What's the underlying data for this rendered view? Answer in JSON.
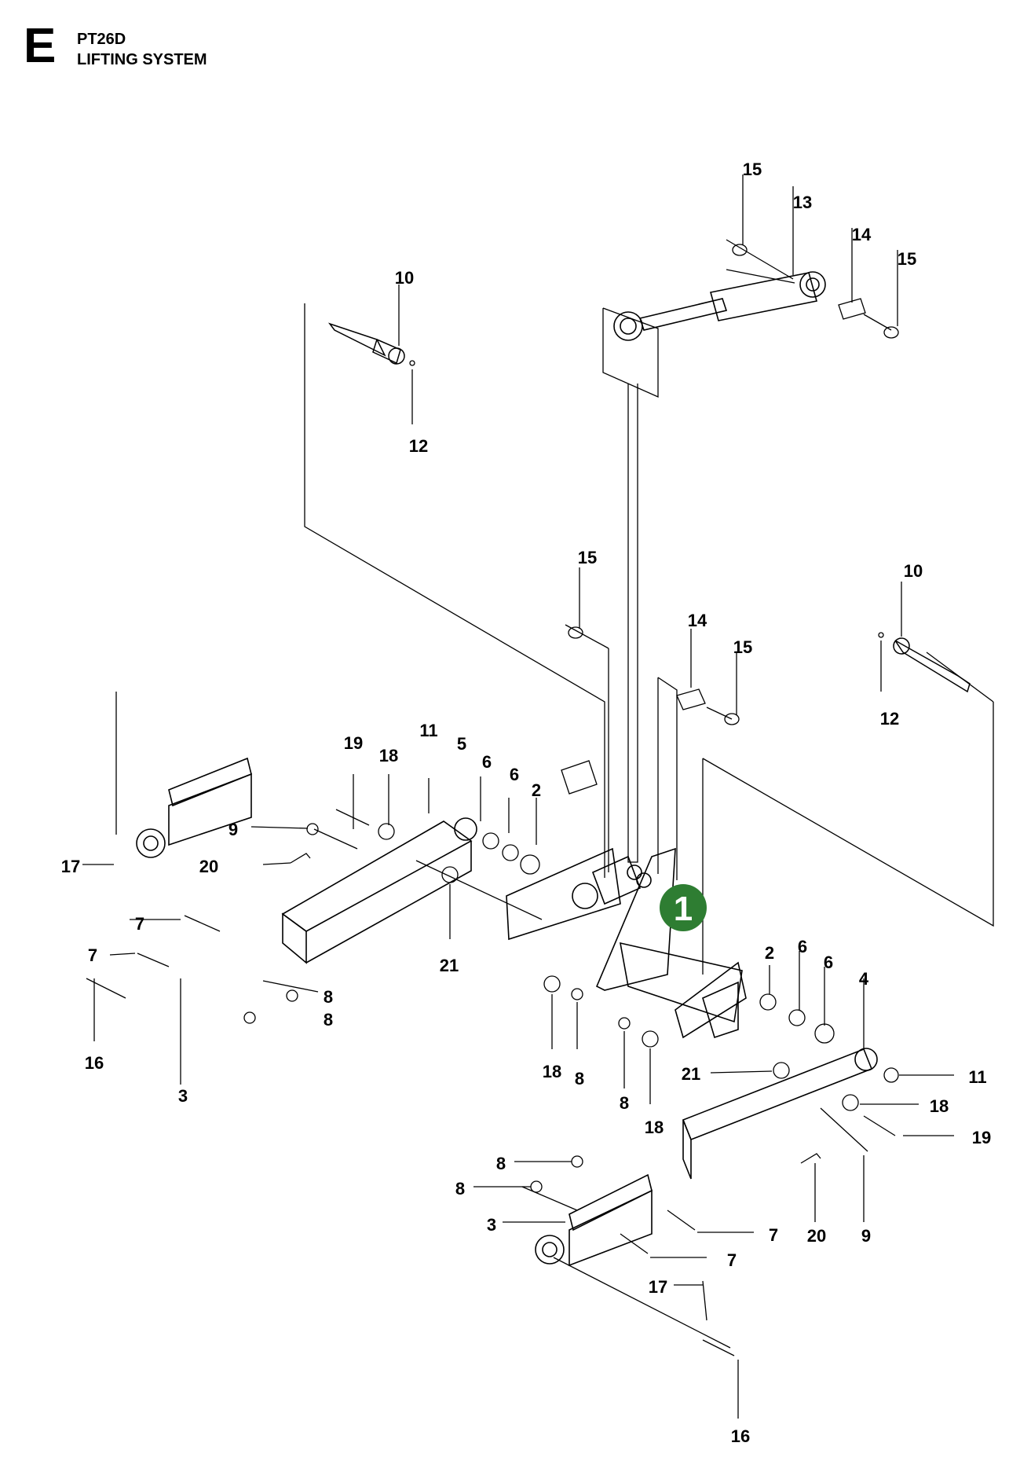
{
  "header": {
    "section_letter": "E",
    "model": "PT26D",
    "title": "LIFTING SYSTEM"
  },
  "badge": {
    "label": "1",
    "color": "#2e7d32"
  },
  "callouts": [
    "15",
    "13",
    "14",
    "15",
    "10",
    "12",
    "15",
    "10",
    "14",
    "15",
    "12",
    "19",
    "18",
    "11",
    "5",
    "6",
    "6",
    "2",
    "9",
    "20",
    "17",
    "21",
    "7",
    "7",
    "8",
    "8",
    "16",
    "3",
    "2",
    "6",
    "6",
    "4",
    "18",
    "8",
    "8",
    "18",
    "21",
    "11",
    "18",
    "19",
    "8",
    "8",
    "3",
    "7",
    "20",
    "9",
    "7",
    "17",
    "16"
  ]
}
